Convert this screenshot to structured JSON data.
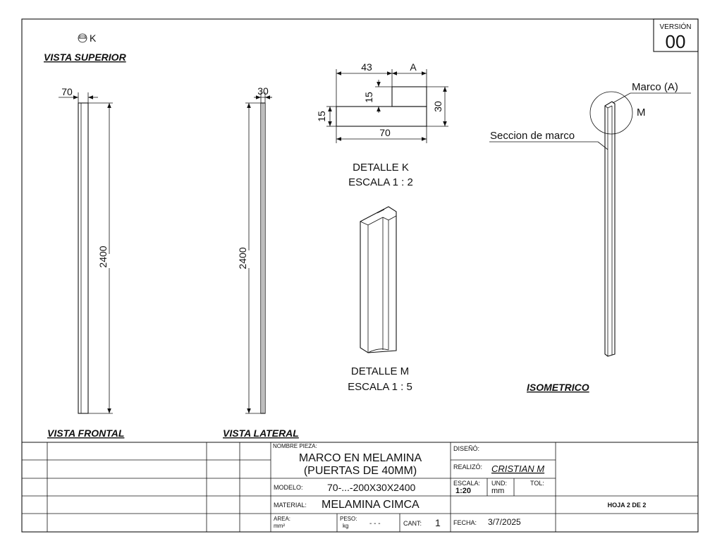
{
  "version": {
    "label": "VERSIÓN",
    "value": "00"
  },
  "detail_k_marker": "K",
  "views": {
    "top": "VISTA SUPERIOR",
    "front": "VISTA FRONTAL",
    "side": "VISTA LATERAL",
    "iso": "ISOMETRICO"
  },
  "dimensions": {
    "front_width": "70",
    "front_height": "2400",
    "side_width": "30",
    "side_height": "2400",
    "k_top": "43",
    "k_a": "A",
    "k_step": "15",
    "k_left": "15",
    "k_right": "30",
    "k_bottom": "70"
  },
  "details": {
    "k_title": "DETALLE K",
    "k_scale": "ESCALA 1 : 2",
    "m_title": "DETALLE M",
    "m_scale": "ESCALA 1 : 5"
  },
  "iso_labels": {
    "marco": "Marco (A)",
    "m": "M",
    "seccion": "Seccion de marco"
  },
  "title_block": {
    "nombre_label": "NOMBRE PIEZA:",
    "nombre_line1": "MARCO EN MELAMINA",
    "nombre_line2": "(PUERTAS DE 40MM)",
    "modelo_label": "MODELO:",
    "modelo_value": "70-...-200X30X2400",
    "material_label": "MATERIAL:",
    "material_value": "MELAMINA CIMCA",
    "area_label": "AREA:",
    "area_unit": "mm²",
    "peso_label": "PESO:",
    "peso_unit": "kg",
    "peso_value": "- - -",
    "cant_label": "CANT:",
    "cant_value": "1",
    "diseno_label": "DISEÑÓ:",
    "realizo_label": "REALIZÓ:",
    "realizo_value": "CRISTIAN M",
    "escala_label": "ESCALA:",
    "escala_value": "1:20",
    "und_label": "UND:",
    "und_value": "mm",
    "tol_label": "TOL:",
    "fecha_label": "FECHA:",
    "fecha_value": "3/7/2025",
    "hoja": "HOJA 2 DE 2"
  }
}
